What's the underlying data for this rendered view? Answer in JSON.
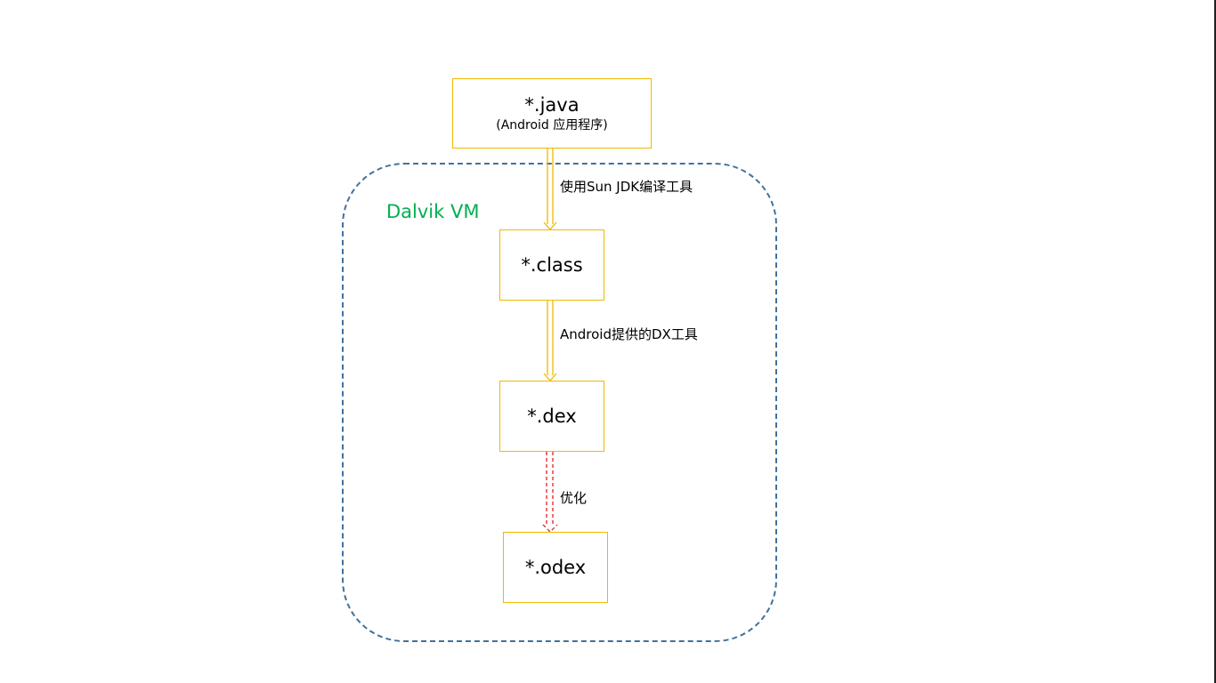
{
  "colors": {
    "box_border": "#f0b800",
    "vm_border": "#41719c",
    "vm_label": "#00b050",
    "compile_arrow": "#f0b800",
    "optimize_arrow": "#e02020"
  },
  "vm": {
    "label": "Dalvik VM"
  },
  "nodes": {
    "java": {
      "title": "*.java",
      "subtitle": "(Android 应用程序)"
    },
    "class": {
      "title": "*.class"
    },
    "dex": {
      "title": "*.dex"
    },
    "odex": {
      "title": "*.odex"
    }
  },
  "edges": {
    "java_to_class": {
      "label": "使用Sun JDK编译工具",
      "style": "solid"
    },
    "class_to_dex": {
      "label": "Android提供的DX工具",
      "style": "solid"
    },
    "dex_to_odex": {
      "label": "优化",
      "style": "dashed"
    }
  }
}
